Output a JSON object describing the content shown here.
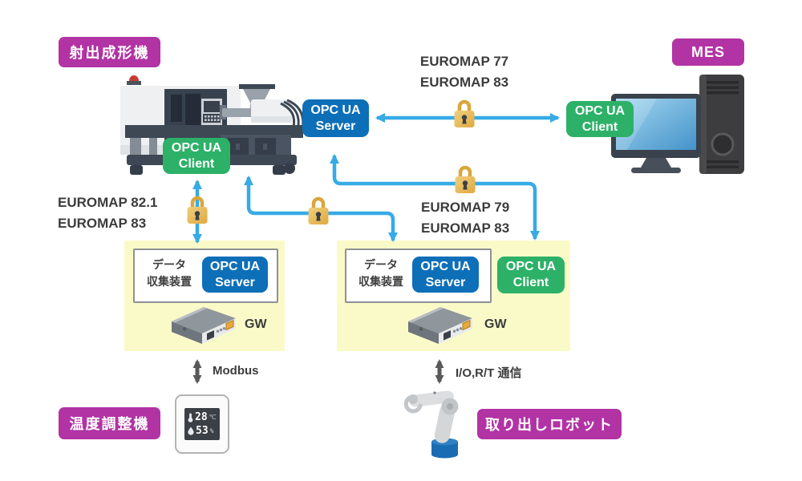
{
  "colors": {
    "accent_magenta": "#b233a4",
    "opc_server_blue": "#0d6fb8",
    "opc_client_green": "#2db168",
    "arrow_cyan": "#36abe6",
    "zone_yellow": "#fafac8",
    "lock_gold": "#e7bc5e",
    "gray_arrow": "#58595b",
    "text_dark": "#3c3c3c"
  },
  "nodes": {
    "machine_label": "射出成形機",
    "mes_label": "MES",
    "temp_label": "温度調整機",
    "robot_label": "取り出しロボット"
  },
  "badges": {
    "machine_server": {
      "line1": "OPC UA",
      "line2": "Server"
    },
    "machine_client": {
      "line1": "OPC UA",
      "line2": "Client"
    },
    "mes_client": {
      "line1": "OPC UA",
      "line2": "Client"
    },
    "left_server": {
      "line1": "OPC UA",
      "line2": "Server"
    },
    "right_server": {
      "line1": "OPC UA",
      "line2": "Server"
    },
    "right_client": {
      "line1": "OPC UA",
      "line2": "Client"
    }
  },
  "protocols": {
    "top": {
      "line1": "EUROMAP 77",
      "line2": "EUROMAP 83"
    },
    "left": {
      "line1": "EUROMAP 82.1",
      "line2": "EUROMAP 83"
    },
    "mid": {
      "line1": "EUROMAP 79",
      "line2": "EUROMAP 83"
    }
  },
  "collectors": {
    "left": {
      "line1": "データ",
      "line2": "収集装置",
      "gw": "GW"
    },
    "right": {
      "line1": "データ",
      "line2": "収集装置",
      "gw": "GW"
    }
  },
  "links": {
    "modbus": "Modbus",
    "io_rt": "I/O,R/T 通信"
  },
  "temp_device": {
    "temp_value": "28",
    "temp_unit": "℃",
    "humidity_value": "53",
    "humidity_unit": "%"
  }
}
